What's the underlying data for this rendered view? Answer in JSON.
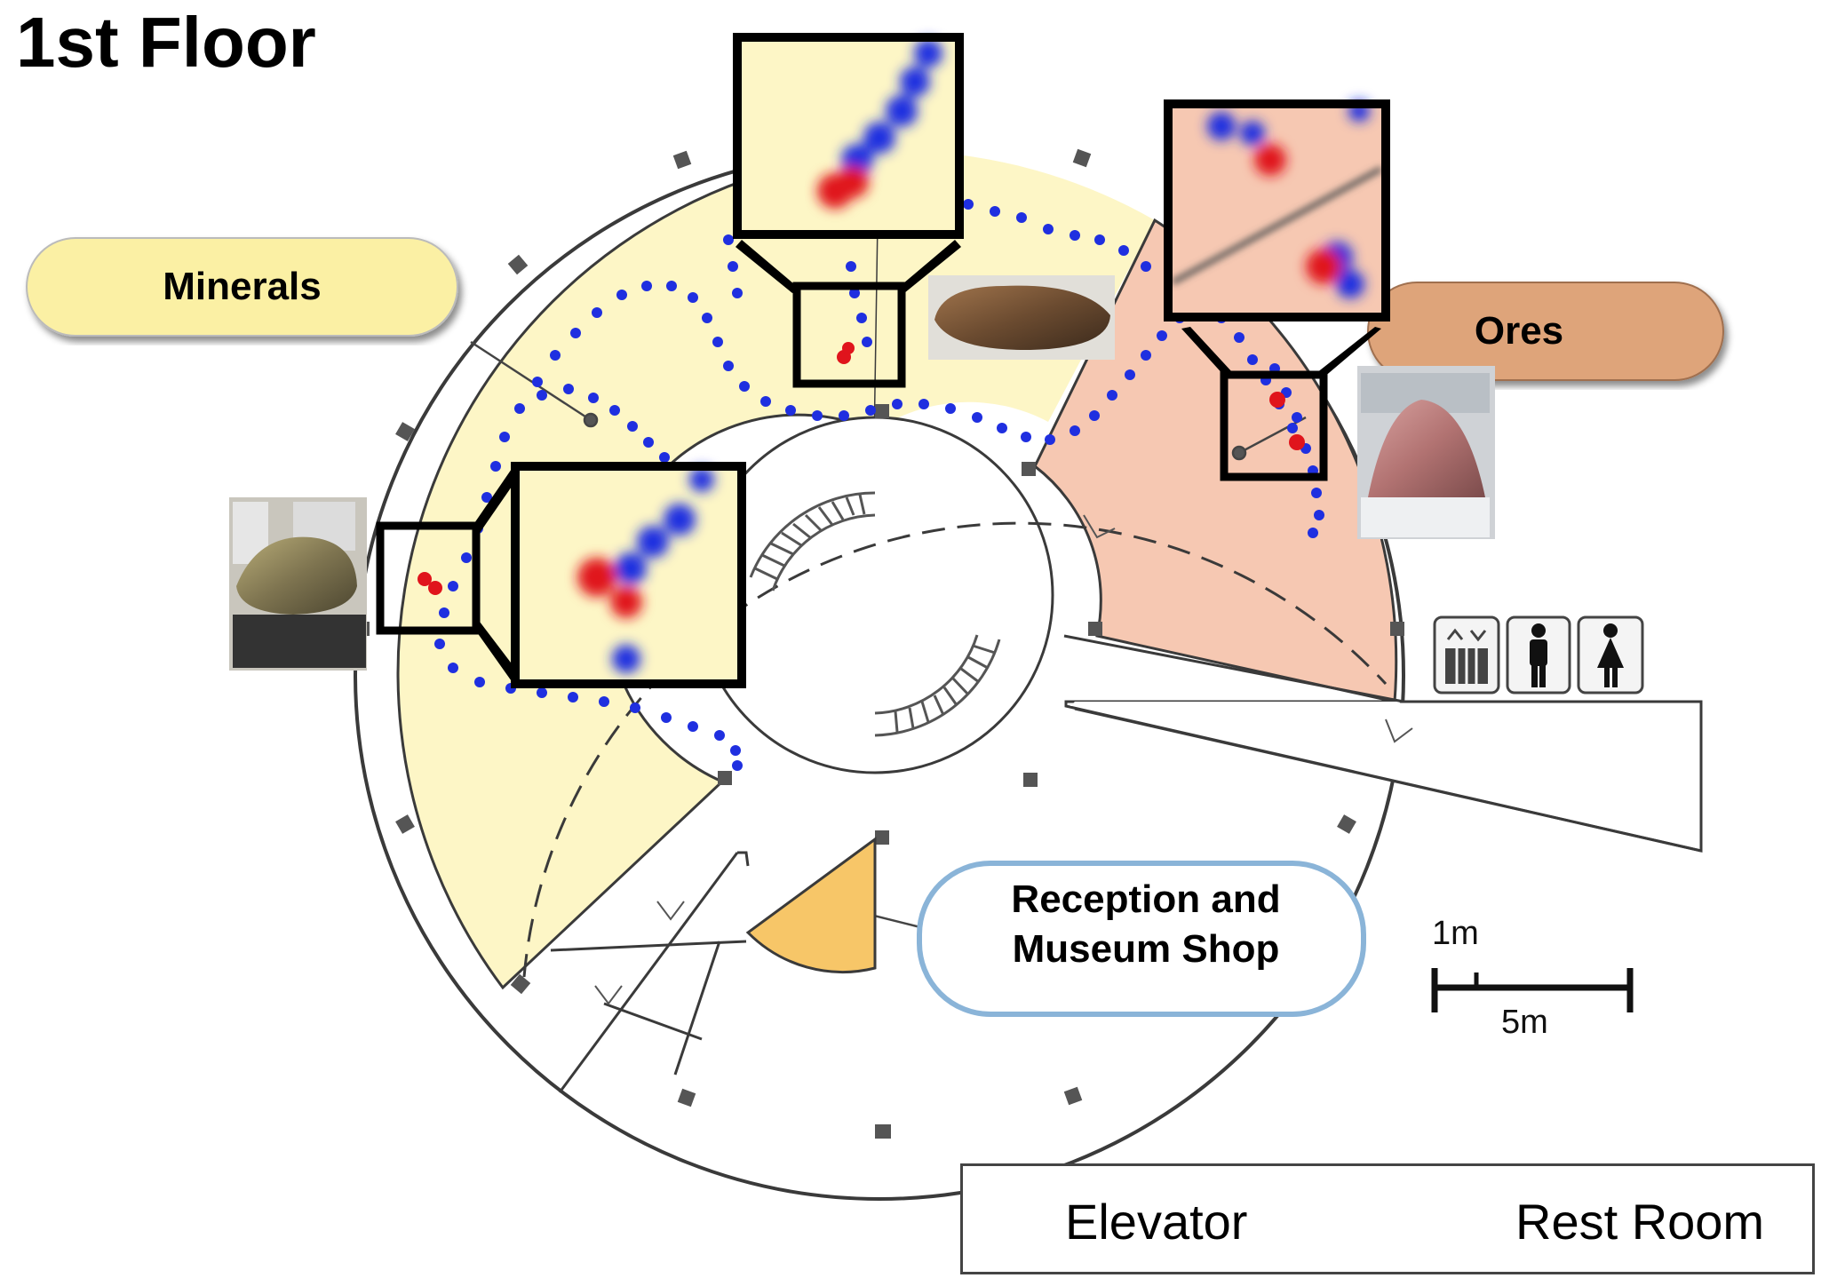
{
  "title": "1st Floor",
  "zones": {
    "minerals": {
      "label": "Minerals",
      "color": "#fbf0a4",
      "area_color": "#fdf6c6"
    },
    "ores": {
      "label": "Ores",
      "color": "#dea47a",
      "area_color": "#f6c8b2"
    },
    "reception": {
      "line1": "Reception and",
      "line2": "Museum Shop",
      "color": "#f7c668",
      "border_color": "#8ab4d8"
    }
  },
  "scale": {
    "short_label": "1m",
    "long_label": "5m"
  },
  "legend": {
    "elevator_label": "Elevator",
    "restroom_label": "Rest Room",
    "elevator_icon": "elevator-icon",
    "male_icon": "male-restroom-icon",
    "female_icon": "female-restroom-icon"
  },
  "trajectory_colors": {
    "path": "#1f2fe0",
    "stop": "#e0141c"
  }
}
